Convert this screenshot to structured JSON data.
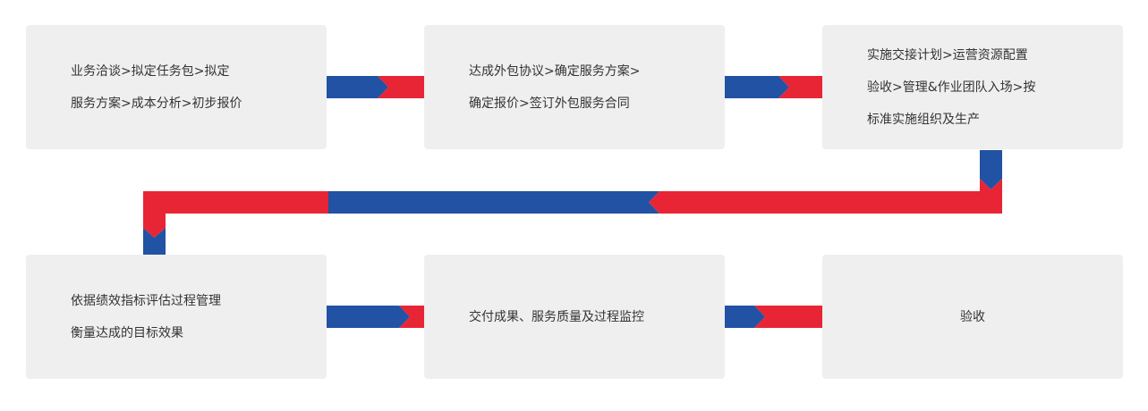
{
  "colors": {
    "blue": "#2152a3",
    "red": "#e82535",
    "card": "#efefef",
    "text": "#333333"
  },
  "steps": [
    {
      "lines": [
        "业务洽谈>拟定任务包>拟定",
        "服务方案>成本分析>初步报价"
      ]
    },
    {
      "lines": [
        "达成外包协议>确定服务方案>",
        "确定报价>签订外包服务合同"
      ]
    },
    {
      "lines": [
        "实施交接计划>运营资源配置",
        "验收>管理&作业团队入场>按",
        "标准实施组织及生产"
      ]
    },
    {
      "lines": [
        "依据绩效指标评估过程管理",
        "衡量达成的目标效果"
      ]
    },
    {
      "lines": [
        "交付成果、服务质量及过程监控"
      ]
    },
    {
      "lines": [
        "验收"
      ]
    }
  ]
}
